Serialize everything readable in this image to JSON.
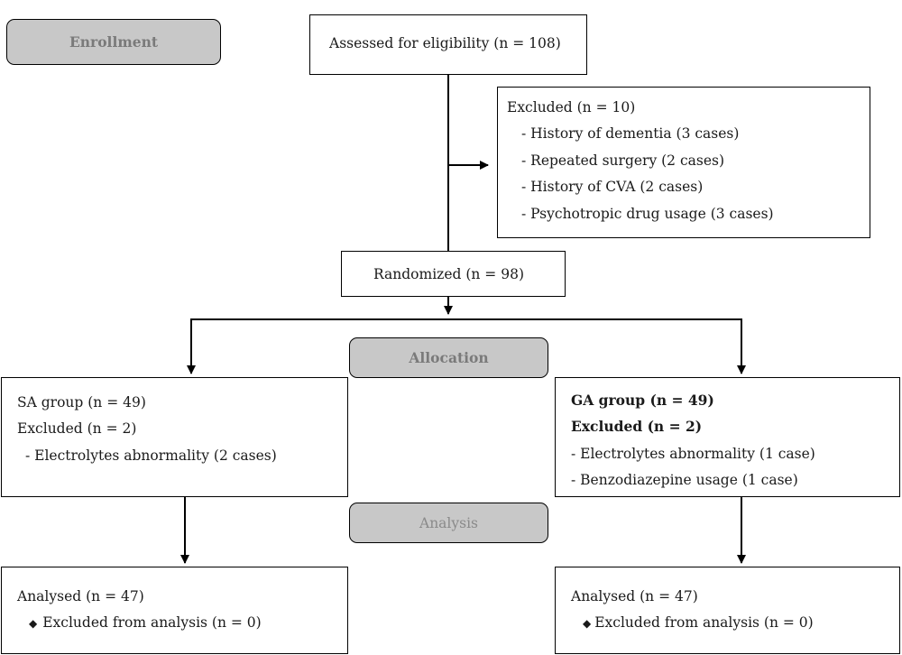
{
  "stages": {
    "enrollment": "Enrollment",
    "allocation": "Allocation",
    "analysis": "Analysis"
  },
  "assessed": "Assessed for eligibility (n = 108)",
  "excluded": {
    "title": "Excluded (n = 10)",
    "items": [
      "- History of dementia (3 cases)",
      "- Repeated surgery (2 cases)",
      "- History of CVA (2 cases)",
      "- Psychotropic drug usage (3 cases)"
    ]
  },
  "randomized": "Randomized (n = 98)",
  "sa_group": {
    "title": "SA group (n = 49)",
    "excluded": "Excluded (n = 2)",
    "items": [
      "- Electrolytes abnormality (2 cases)"
    ]
  },
  "ga_group": {
    "title": "GA group (n = 49)",
    "excluded": "Excluded (n = 2)",
    "items": [
      "- Electrolytes abnormality (1 case)",
      "- Benzodiazepine usage (1 case)"
    ]
  },
  "sa_analysed": {
    "title": "Analysed (n = 47)",
    "bullet": "◆",
    "item": "Excluded from analysis (n = 0)"
  },
  "ga_analysed": {
    "title": "Analysed (n = 47)",
    "bullet": "◆",
    "item": "Excluded from analysis (n = 0)"
  }
}
